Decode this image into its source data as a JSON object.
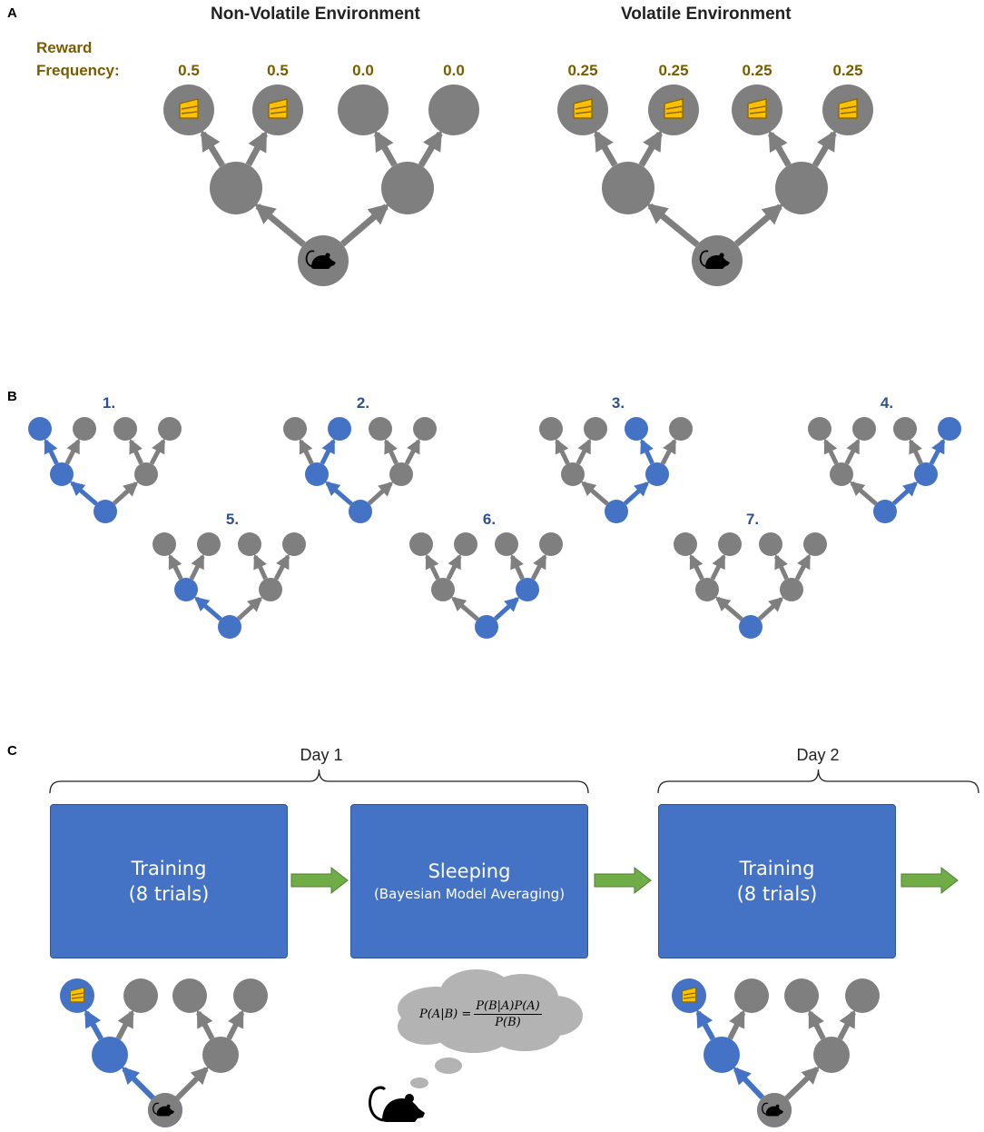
{
  "panels": {
    "a": {
      "label": "A",
      "reward_label_line1": "Reward",
      "reward_label_line2": "Frequency:",
      "environments": [
        {
          "title": "Non-Volatile Environment",
          "frequencies": [
            "0.5",
            "0.5",
            "0.0",
            "0.0"
          ],
          "reward_leaves": [
            true,
            true,
            false,
            false
          ]
        },
        {
          "title": "Volatile Environment",
          "frequencies": [
            "0.25",
            "0.25",
            "0.25",
            "0.25"
          ],
          "reward_leaves": [
            true,
            true,
            true,
            true
          ]
        }
      ]
    },
    "b": {
      "label": "B",
      "policies": [
        {
          "label": "1.",
          "path": [
            "left",
            "leaf0"
          ]
        },
        {
          "label": "2.",
          "path": [
            "left",
            "leaf1"
          ]
        },
        {
          "label": "3.",
          "path": [
            "right",
            "leaf2"
          ]
        },
        {
          "label": "4.",
          "path": [
            "right",
            "leaf3"
          ]
        },
        {
          "label": "5.",
          "path": [
            "left"
          ]
        },
        {
          "label": "6.",
          "path": [
            "right"
          ]
        },
        {
          "label": "7.",
          "path": []
        }
      ]
    },
    "c": {
      "label": "C",
      "day1_label": "Day 1",
      "day2_label": "Day 2",
      "stages": [
        {
          "title": "Training",
          "subtitle": "(8 trials)"
        },
        {
          "title": "Sleeping",
          "subtitle": "(Bayesian Model Averaging)"
        },
        {
          "title": "Training",
          "subtitle": "(8 trials)"
        }
      ],
      "formula": {
        "lhs": "P(A|B) =",
        "numerator": "P(B|A)P(A)",
        "denominator": "P(B)"
      }
    }
  },
  "colors": {
    "node_gray": "#7f7f7f",
    "node_blue": "#4472c4",
    "cake_yellow": "#ffc000",
    "box_blue": "#4472c4",
    "arrow_green": "#70ad47",
    "cloud_gray": "#b3b3b3",
    "reward_text": "#7a5c00",
    "policy_number_text": "#2f4f8f"
  },
  "icons": [
    "mouse-icon",
    "cake-icon",
    "thought-cloud-icon",
    "sleeping-mouse-icon"
  ]
}
